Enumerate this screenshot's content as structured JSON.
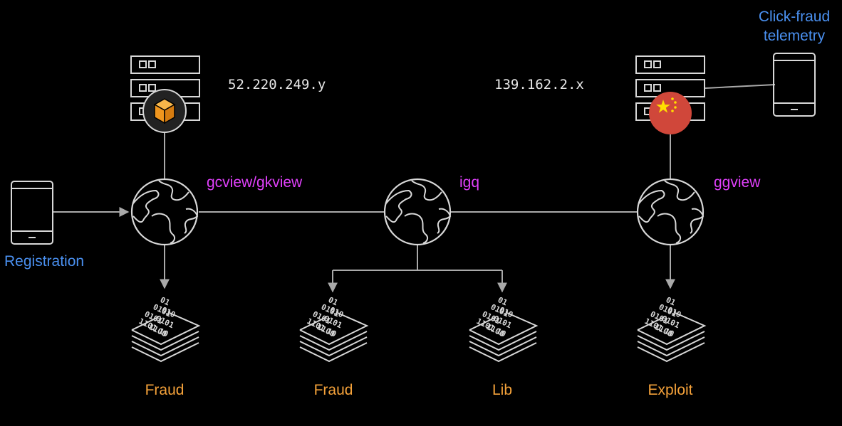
{
  "colors": {
    "background": "#000000",
    "line": "#a9a9a9",
    "icon": "#d8d8d8",
    "blue_label": "#4a90f0",
    "magenta_label": "#e040fb",
    "orange_label": "#f5a23a",
    "ip_text": "#e8e8e8",
    "aws_orange": "#f0961e",
    "china_red": "#d0473a",
    "china_star": "#ffde00"
  },
  "servers": {
    "left": {
      "ip": "52.220.249.y",
      "badge_icon": "aws-cube-icon"
    },
    "right": {
      "ip": "139.162.2.x",
      "badge_icon": "china-flag-icon"
    }
  },
  "nodes": {
    "left": {
      "label": "gcview/gkview",
      "icon": "globe-icon"
    },
    "middle": {
      "label": "igq",
      "icon": "globe-icon"
    },
    "right": {
      "label": "ggview",
      "icon": "globe-icon"
    }
  },
  "devices": {
    "registration": {
      "label": "Registration",
      "icon": "phone-icon"
    },
    "telemetry": {
      "label_line1": "Click-fraud",
      "label_line2": "telemetry",
      "icon": "phone-icon"
    }
  },
  "payloads": [
    {
      "label": "Fraud",
      "icon": "binary-data-stack-icon"
    },
    {
      "label": "Fraud",
      "icon": "binary-data-stack-icon"
    },
    {
      "label": "Lib",
      "icon": "binary-data-stack-icon"
    },
    {
      "label": "Exploit",
      "icon": "binary-data-stack-icon"
    }
  ]
}
